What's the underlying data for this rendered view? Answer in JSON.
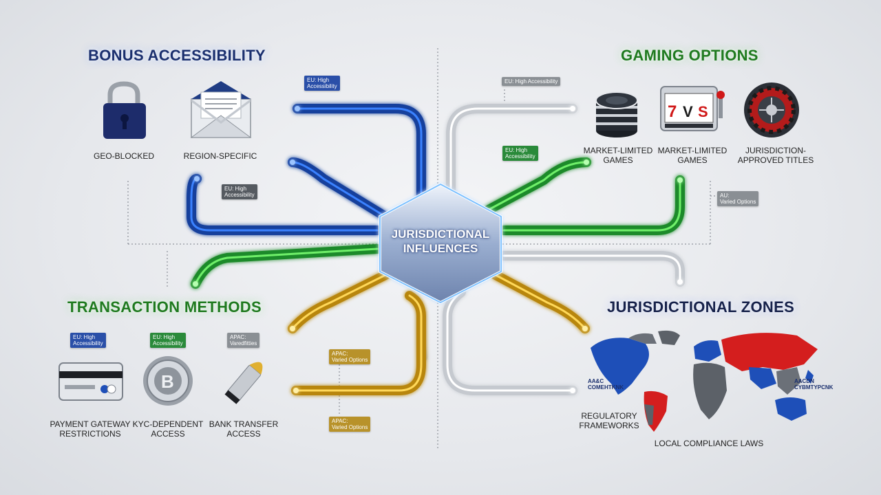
{
  "center": {
    "line1": "JURISDICTIONAL",
    "line2": "INFLUENCES"
  },
  "sections": {
    "bonus": {
      "title": "BONUS ACCESSIBILITY",
      "items": [
        {
          "label": "GEO-BLOCKED",
          "icon": "lock-icon"
        },
        {
          "label": "REGION-SPECIFIC",
          "icon": "envelope-icon"
        }
      ]
    },
    "gaming": {
      "title": "GAMING OPTIONS",
      "items": [
        {
          "label1": "MARKET-LIMITED",
          "label2": "GAMES",
          "icon": "poker-chips-icon"
        },
        {
          "label1": "MARKET-LIMITED",
          "label2": "GAMES",
          "icon": "slot-machine-icon"
        },
        {
          "label1": "JURISDICTION-",
          "label2": "APPROVED TITLES",
          "icon": "roulette-icon"
        }
      ]
    },
    "transaction": {
      "title": "TRANSACTION METHODS",
      "items": [
        {
          "label1": "PAYMENT GATEWAY",
          "label2": "RESTRICTIONS",
          "icon": "credit-card-icon"
        },
        {
          "label1": "KYC-DEPENDENT",
          "label2": "ACCESS",
          "icon": "bitcoin-coin-icon"
        },
        {
          "label1": "BANK TRANSFER",
          "label2": "ACCESS",
          "icon": "bullet-icon"
        }
      ]
    },
    "zones": {
      "title": "JURISDICTIONAL ZONES",
      "label_regulatory1": "REGULATORY",
      "label_regulatory2": "FRAMEWORKS",
      "label_local": "LOCAL COMPLIANCE LAWS",
      "map_tag_left": "AA&C\nCOMEHTKNK",
      "map_tag_right": "AACDN\nCYBMTYPCNK"
    }
  },
  "tags": {
    "t1": "EU: High\nAccessibility",
    "t2": "EU: High Accessibility",
    "t3": "EU: High\nAccessibility",
    "t4": "EU: High\nAccessibility",
    "t5": "AU:\nVaried Options",
    "t6": "EU: High\nAccessibility",
    "t7": "EU: High\nAccessibility",
    "t8": "APAC:\nVaredfitties",
    "t9": "APAC:\nVaried Options",
    "t10": "APAC:\nVaried Options"
  },
  "colors": {
    "blue": "#1e5bd6",
    "green": "#2fb83a",
    "gold": "#d9a826",
    "silver": "#c8ccd2",
    "heading_blue": "#1a2f6e",
    "heading_green": "#1f7a1f"
  }
}
